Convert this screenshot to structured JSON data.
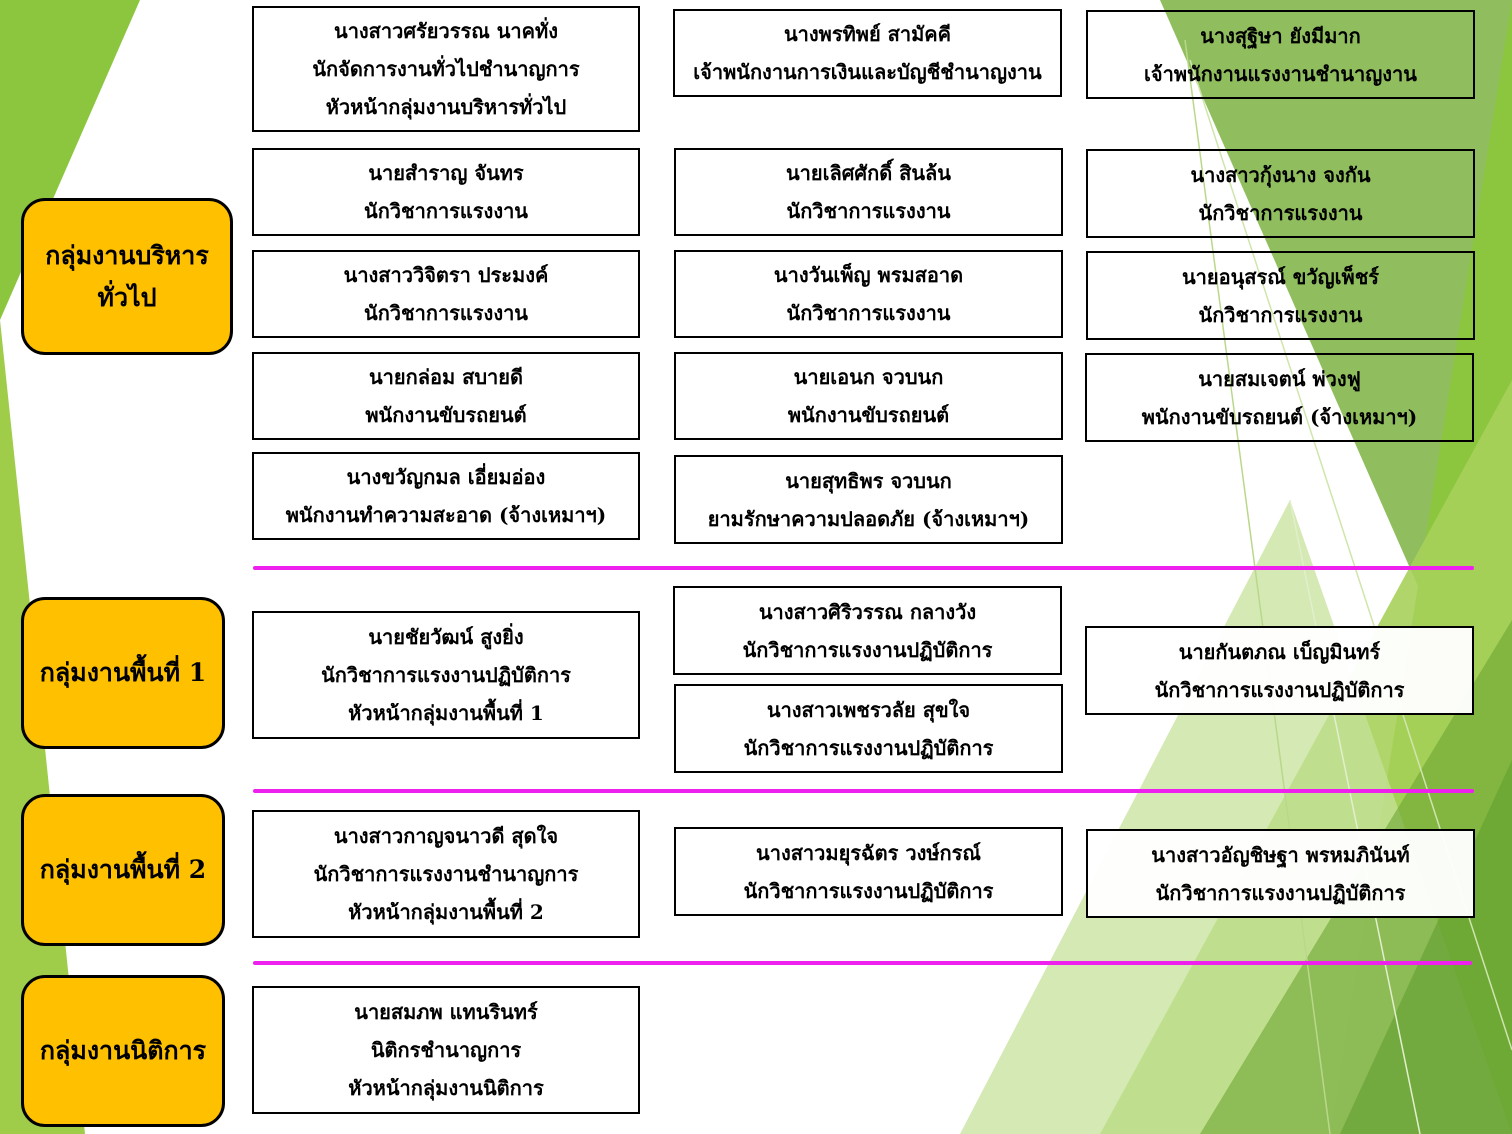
{
  "groups": [
    {
      "lines": [
        "กลุ่มงานบริหาร",
        "ทั่วไป"
      ]
    },
    {
      "lines": [
        "กลุ่มงานพื้นที่ 1"
      ]
    },
    {
      "lines": [
        "กลุ่มงานพื้นที่ 2"
      ]
    },
    {
      "lines": [
        "กลุ่มงานนิติการ"
      ]
    }
  ],
  "staff": [
    {
      "lines": [
        "นางสาวศรัยวรรณ นาคทั่ง",
        "นักจัดการงานทั่วไปชำนาญการ",
        "หัวหน้ากลุ่มงานบริหารทั่วไป"
      ]
    },
    {
      "lines": [
        "นางพรทิพย์ สามัคคี",
        "เจ้าพนักงานการเงินและบัญชีชำนาญงาน"
      ]
    },
    {
      "lines": [
        "นางสุฐิษา ยังมีมาก",
        "เจ้าพนักงานแรงงานชำนาญงาน"
      ]
    },
    {
      "lines": [
        "นายสำราญ จันทร",
        "นักวิชาการแรงงาน"
      ]
    },
    {
      "lines": [
        "นายเลิศศักดิ์ สินล้น",
        "นักวิชาการแรงงาน"
      ]
    },
    {
      "lines": [
        "นางสาวกุ้งนาง จงกัน",
        "นักวิชาการแรงงาน"
      ]
    },
    {
      "lines": [
        "นางสาววิจิตรา ประมงค์",
        "นักวิชาการแรงงาน"
      ]
    },
    {
      "lines": [
        "นางวันเพ็ญ พรมสอาด",
        "นักวิชาการแรงงาน"
      ]
    },
    {
      "lines": [
        "นายอนุสรณ์ ขวัญเพ็ชร์",
        "นักวิชาการแรงงาน"
      ]
    },
    {
      "lines": [
        "นายกล่อม สบายดี",
        "พนักงานขับรถยนต์"
      ]
    },
    {
      "lines": [
        "นายเอนก จวบนก",
        "พนักงานขับรถยนต์"
      ]
    },
    {
      "lines": [
        "นายสมเจตน์ พ่วงฟู",
        "พนักงานขับรถยนต์ (จ้างเหมาฯ)"
      ]
    },
    {
      "lines": [
        "นางขวัญกมล เอี่ยมอ่อง",
        "พนักงานทำความสะอาด (จ้างเหมาฯ)"
      ]
    },
    {
      "lines": [
        "นายสุทธิพร จวบนก",
        "ยามรักษาความปลอดภัย (จ้างเหมาฯ)"
      ]
    },
    {
      "lines": [
        "นายชัยวัฒน์ สูงยิ่ง",
        "นักวิชาการแรงงานปฏิบัติการ",
        "หัวหน้ากลุ่มงานพื้นที่ 1"
      ]
    },
    {
      "lines": [
        "นางสาวศิริวรรณ กลางวัง",
        "นักวิชาการแรงงานปฏิบัติการ"
      ]
    },
    {
      "lines": [
        "นางสาวเพชรวลัย สุขใจ",
        "นักวิชาการแรงงานปฏิบัติการ"
      ]
    },
    {
      "lines": [
        "นายกันตภณ เบ็ญมินทร์",
        "นักวิชาการแรงงานปฏิบัติการ"
      ]
    },
    {
      "lines": [
        "นางสาวกาญจนาวดี สุดใจ",
        "นักวิชาการแรงงานชำนาญการ",
        "หัวหน้ากลุ่มงานพื้นที่ 2"
      ]
    },
    {
      "lines": [
        "นางสาวมยุรฉัตร วงษ์กรณ์",
        "นักวิชาการแรงงานปฏิบัติการ"
      ]
    },
    {
      "lines": [
        "นางสาวอัญชิษฐา พรหมภินันท์",
        "นักวิชาการแรงงานปฏิบัติการ"
      ]
    },
    {
      "lines": [
        "นายสมภพ แทนรินทร์",
        "นิติกรชำนาญการ",
        "หัวหน้ากลุ่มงานนิติการ"
      ]
    }
  ],
  "colors": {
    "group_fill": "#ffc000",
    "divider": "#ee20ee",
    "accent_green": "#8cc63f",
    "light_green": "#c5e29a",
    "dark_green": "#6ca532"
  }
}
